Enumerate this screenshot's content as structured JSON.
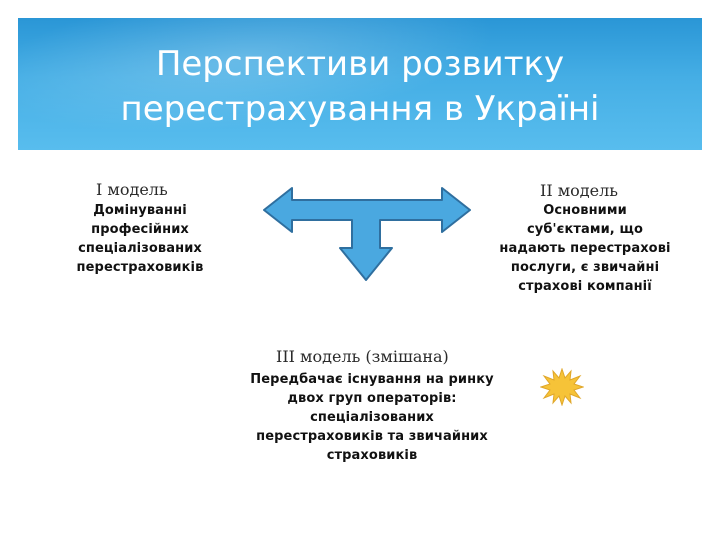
{
  "slide": {
    "title_lines": [
      "Перспективи розвитку",
      "перестрахування в Україні"
    ]
  },
  "models": {
    "first": {
      "title": "I модель",
      "text_lines": [
        "Домінуванні",
        "професійних",
        "спеціалізованих",
        "перестраховиків"
      ]
    },
    "second": {
      "title": "II модель",
      "text_lines": [
        "Основними",
        "суб'єктами, що",
        "надають перестрахові",
        "послуги, є звичайні",
        "страхові компанії"
      ]
    },
    "third": {
      "title": "III модель (змішана)",
      "text_lines": [
        "Передбачає існування на ринку",
        "двох груп операторів:",
        "спеціалізованих",
        "перестраховиків та звичайних",
        "страховиків"
      ]
    }
  },
  "icons": {
    "arrow": "three-way-arrow-icon",
    "star": "starburst-icon"
  },
  "colors": {
    "header_top": "#2a96d6",
    "header_bottom": "#58bdee",
    "arrow_fill": "#4aa8e0",
    "arrow_stroke": "#2f6f9f",
    "star_fill": "#f6c338"
  }
}
